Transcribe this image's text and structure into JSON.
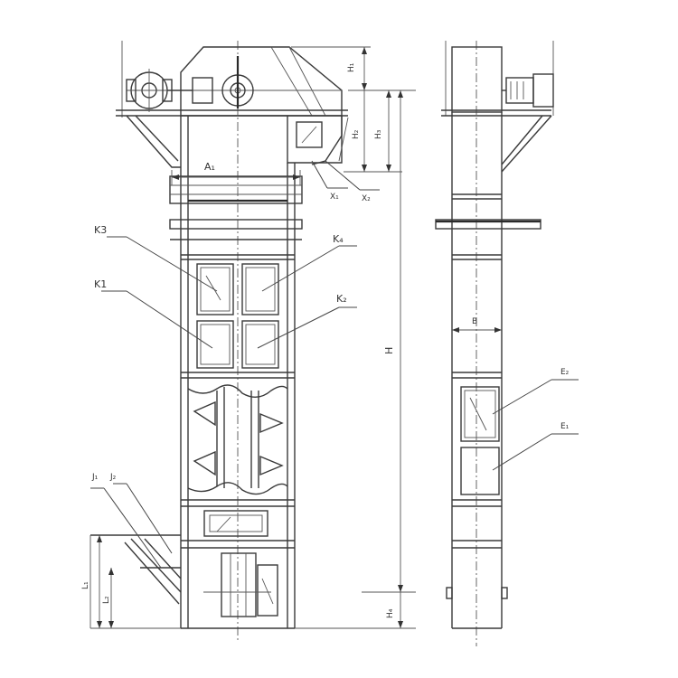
{
  "labels": {
    "a1": "A₁",
    "h1": "H₁",
    "h2": "H₂",
    "h3": "H₃",
    "x1": "X₁",
    "x2": "X₂",
    "k1": "K1",
    "k2": "K₂",
    "k3": "K3",
    "k4": "K₄",
    "j1": "J₁",
    "j2": "J₂",
    "l1": "L₁",
    "l2": "L₂",
    "h": "H",
    "h4": "H₄",
    "b": "B",
    "e1": "E₁",
    "e2": "E₂"
  }
}
